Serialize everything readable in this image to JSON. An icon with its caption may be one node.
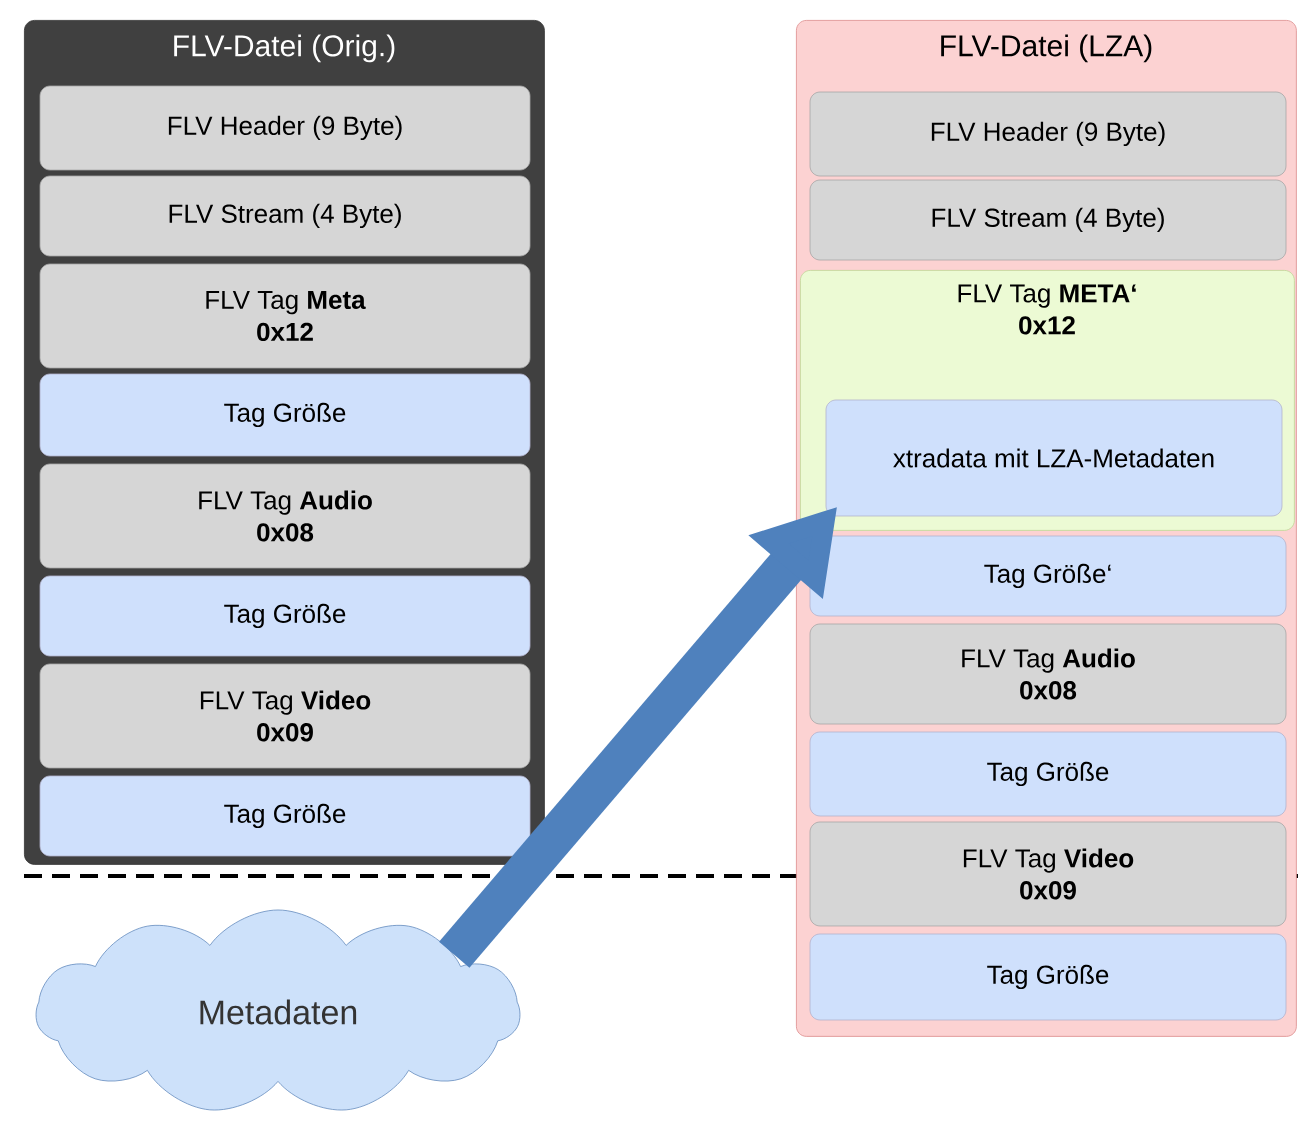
{
  "diagram": {
    "nodes": [
      {
        "text": [
          "FLV-Datei (Orig.)"
        ]
      },
      {
        "text": [
          "FLV Header (9 Byte)"
        ],
        "in": 0
      },
      {
        "text": [
          "FLV Stream (4 Byte)"
        ],
        "in": 0
      },
      {
        "text": [
          "FLV Tag **Meta**",
          "**0x12**"
        ],
        "in": 0
      },
      {
        "text": [
          "Tag Größe"
        ],
        "in": 0
      },
      {
        "text": [
          "FLV Tag **Audio**",
          "**0x08**"
        ],
        "in": 0
      },
      {
        "text": [
          "Tag Größe"
        ],
        "in": 0
      },
      {
        "text": [
          "FLV Tag **Video**",
          "**0x09**"
        ],
        "in": 0
      },
      {
        "text": [
          "Tag Größe"
        ],
        "in": 0
      },
      {
        "text": [
          "FLV-Datei  (LZA)"
        ]
      },
      {
        "text": [
          "FLV Header (9 Byte)"
        ],
        "in": 9
      },
      {
        "text": [
          "FLV Stream (4 Byte)"
        ],
        "in": 9
      },
      {
        "text": [
          "FLV Tag **META‘**",
          "**0x12**"
        ],
        "in": 9
      },
      {
        "text": [
          "xtradata mit LZA-Metadaten"
        ],
        "in": 12
      },
      {
        "text": [
          "Tag Größe‘"
        ],
        "in": 9
      },
      {
        "text": [
          "FLV Tag **Audio**",
          "**0x08**"
        ],
        "in": 9
      },
      {
        "text": [
          "Tag Größe"
        ],
        "in": 9
      },
      {
        "text": [
          "FLV Tag **Video**",
          "**0x09**"
        ],
        "in": 9
      },
      {
        "text": [
          "Tag Größe"
        ],
        "in": 9
      },
      {
        "text": [
          "Metadaten"
        ]
      }
    ],
    "edges": [
      {
        "from": 19,
        "to": 13,
        "arrow": "to"
      }
    ]
  }
}
